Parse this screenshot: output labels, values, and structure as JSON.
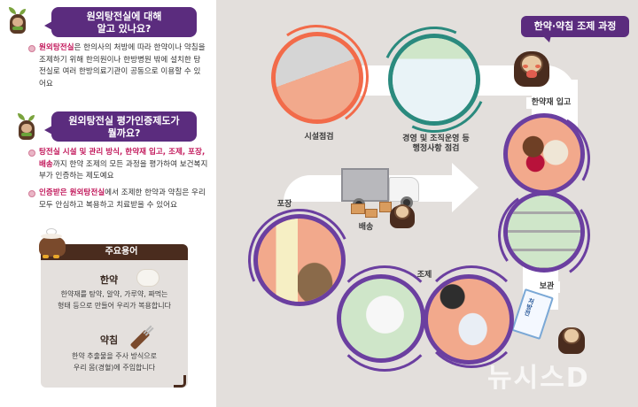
{
  "left_panel": {
    "section1": {
      "question_line1": "원외탕전실에 대해",
      "question_line2": "알고 있나요?",
      "bullet1": {
        "highlight": "원외탕전실",
        "text": "은 한의사의 처방에 따라 한약이나 약침을 조제하기 위해 한의원이나 한방병원 밖에 설치한 탕전실로 여러 한방의료기관이 공동으로 이용할 수 있어요"
      }
    },
    "section2": {
      "question_line1": "원외탕전실 평가인증제도가",
      "question_line2": "뭘까요?",
      "bullet1": {
        "highlight": "탕전실 시설 및 관리 방식, 한약재 입고, 조제, 포장, 배송",
        "text": "까지 한약 조제의 모든 과정을 평가하여 보건복지부가 인증하는 제도예요"
      },
      "bullet2": {
        "highlight": "인증받은 원외탕전실",
        "text": "에서 조제한 한약과 약침은 우리 모두 안심하고 복용하고 치료받을 수 있어요"
      }
    },
    "glossary": {
      "header": "주요용어",
      "terms": [
        {
          "term": "한약",
          "icon": "herbal-pouch-icon",
          "desc_line1": "한약재를 탕약, 알약, 가루약, 짜먹는",
          "desc_line2": "형태 등으로 만들어 우리가 복용합니다"
        },
        {
          "term": "약침",
          "icon": "acupuncture-syringe-icon",
          "desc_line1": "한약 추출물을 주사 방식으로",
          "desc_line2": "우리 몸(경혈)에 주입합니다"
        }
      ]
    }
  },
  "process": {
    "title": "한약·약침 조제 과정",
    "steps": [
      {
        "label": "시설점검",
        "icon": "factory-facility-icon",
        "ring_color": "#f26b4a"
      },
      {
        "label_line1": "경영 및 조직운영 등",
        "label_line2": "행정사항 점검",
        "icon": "office-admin-icon",
        "ring_color": "#2a8a7e"
      },
      {
        "label": "한약재 입고",
        "icon": "herbal-sacks-icon",
        "ring_color": "#6b3fa0"
      },
      {
        "label": "보관",
        "icon": "storage-shelf-icon",
        "ring_color": "#6b3fa0"
      },
      {
        "label": "조제",
        "icon": "herbal-mortar-icon",
        "ring_color": "#6b3fa0"
      },
      {
        "label": "포장",
        "icon": "package-box-icon",
        "ring_color": "#6b3fa0"
      },
      {
        "label": "배송",
        "icon": "delivery-truck-icon",
        "ring_color": "#6b3fa0"
      }
    ],
    "prescription_label": "처방전"
  },
  "watermark": "뉴시스D",
  "colors": {
    "purple": "#5b2c7e",
    "ring_purple": "#6b3fa0",
    "orange": "#f26b4a",
    "teal": "#2a8a7e",
    "highlight_pink": "#c2185b",
    "brown": "#4a2c1e",
    "bg_grey": "#e3dfdc"
  }
}
